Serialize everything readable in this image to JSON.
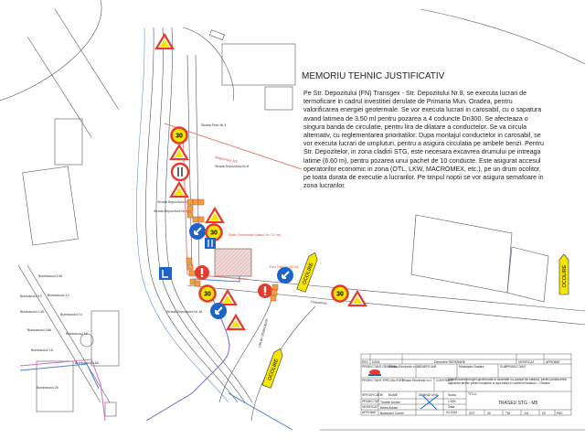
{
  "memo": {
    "title": "MEMORIU TEHNIC JUSTIFICATIV",
    "body": "Pe Str. Depozitului (FN) Transgex - Str. Depozitului Nr.8, se executa lucrari de termoficare in cadrul investitiei derulate de Primaria Mun. Oradea, pentru valorificarea energiei geotermale. Se vor executa lucrari in carosabil, cu o sapatura avand latimea de 3.50 ml pentru pozarea a 4 coduncte Dn300. Se afecteaza o singura banda de circulatie, pentru lira de dilatare a conductelor. Se va circula alternativ, cu reglementarea prioritatilor. Dupa montajul conductelor in carosabil, se vor executa lucrari de umpluturi, pentru a asigura circulatia pe ambele benzi. Pentru Str. Depozitelor, in zona cladirii STG, este necesara excavrea drumului pe intreaga latime (6.60 m), pentru pozarea unui pachet de 10 conducte. Este asigurat accesul operatorilor economic in zona (OTL, LKW, MACROMEX, etc.), pe un drum ocolitor, pe toata durata de executie a lucrarilor. Pe timpul noptii se vor asigura semafoare in zona lucrarilor."
  },
  "map": {
    "labels": {
      "strada_pelei": "Strada Pelei Nr 4",
      "magistrala": "Magistrala M3",
      "dep8": "Strada Depozitului Nr 8",
      "dep10": "Strada Depozitului Nr 10",
      "dep19": "Strada Depozitului Nr 19",
      "dep18": "Strada Depozitului Nr 18",
      "statie": "Statie Geotermala Nufarul Sc=717 mp",
      "post_trafo": "Post Trafo Sc=60 mp",
      "depozitului": "Depozitului",
      "drum_temporar": "DRUM TEMPORAR",
      "b10a": "Bumbacului 10A",
      "b10": "Bumbacului 10",
      "b12": "Bumbacului 12",
      "b14a": "Bumbacului 14A",
      "b14": "Bumbacului 14",
      "b16a": "Bumbacului 16A",
      "b16": "Bumbacului 16",
      "b18": "Bumbacului 18",
      "b18a": "Bumbacului 18A",
      "b20": "Bumbacului 20"
    },
    "signs": {
      "speed": "30",
      "detour": "OCOLIRE"
    },
    "colors": {
      "red": "#e53b2c",
      "blue": "#1e64c8",
      "yellow": "#f5e400",
      "pipe_red": "#e88080",
      "pipe_blue": "#4a7fd8"
    }
  },
  "title_block": {
    "rev": "REV",
    "data": "DATA",
    "modificari": "Denumire REPARARE",
    "verificat_h": "VERIFICAT",
    "aprobat_h": "APROBAT",
    "proiectant_general": "PROIECTANT GENERAL",
    "pg_firm": "Elsaco Electronic s.r.l.",
    "beneficiar": "BENEFICIAR",
    "beneficiar_name": "Municipiul Oradea",
    "subproiectant": "SUBPROIECTANT",
    "proiectant_spec": "PROIECTANT SPECIALITATE",
    "ps_firm": "Elsaco Electronic s.r.l.",
    "contract": "CONTRACT",
    "contract_text": "Valorificarea energiei geotermale in asociatie cu pompe de caldura, pentru producerea agentului termic pentru incalzire si apa calda in cartierul Nufarul I - Oradea",
    "specificatie": "SPECIFICATIE",
    "nume": "NUME",
    "semnatura": "SEMNATURA",
    "scara_label": "Scara",
    "scara": "1:500",
    "data_label": "Data",
    "date": "03.2022",
    "titlu_label": "TITLU",
    "titlu": "TRASEU STG - M5",
    "rows": [
      {
        "role": "PROIECTAT",
        "name": "Timofte Andrei"
      },
      {
        "role": "VERIFICAT",
        "name": "Birlea Adrian"
      },
      {
        "role": "APROBAT",
        "name": "Bulbanciu Cornel"
      }
    ],
    "codes": [
      "ZST",
      "00",
      "TM",
      "101",
      "00",
      "PAC"
    ]
  }
}
